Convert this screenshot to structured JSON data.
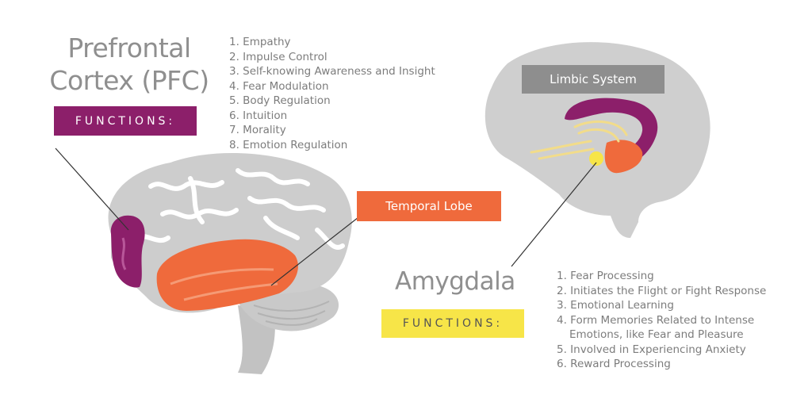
{
  "pfc": {
    "title_line1": "Prefrontal",
    "title_line2": "Cortex (PFC)",
    "functions_label": "FUNCTIONS:",
    "items": [
      "1. Empathy",
      "2. Impulse Control",
      "3. Self-knowing Awareness and Insight",
      "4. Fear Modulation",
      "5. Body Regulation",
      "6. Intuition",
      "7. Morality",
      "8. Emotion Regulation"
    ]
  },
  "temporal_lobe": {
    "label": "Temporal Lobe"
  },
  "limbic_system": {
    "label": "Limbic System"
  },
  "amygdala": {
    "title": "Amygdala",
    "functions_label": "FUNCTIONS:",
    "items": [
      "1. Fear Processing",
      "2. Initiates the Flight or Fight Response",
      "3. Emotional Learning",
      "4. Form Memories Related to Intense",
      "Emotions, like Fear and Pleasure",
      "5. Involved in Experiencing Anxiety",
      "6. Reward Processing"
    ]
  },
  "colors": {
    "pfc_purple": "#8c1f6a",
    "temporal_orange": "#ef6a3c",
    "amygdala_yellow": "#f7e548",
    "brain_gray": "#cfcfcf",
    "text_gray": "#7c7c7c"
  }
}
